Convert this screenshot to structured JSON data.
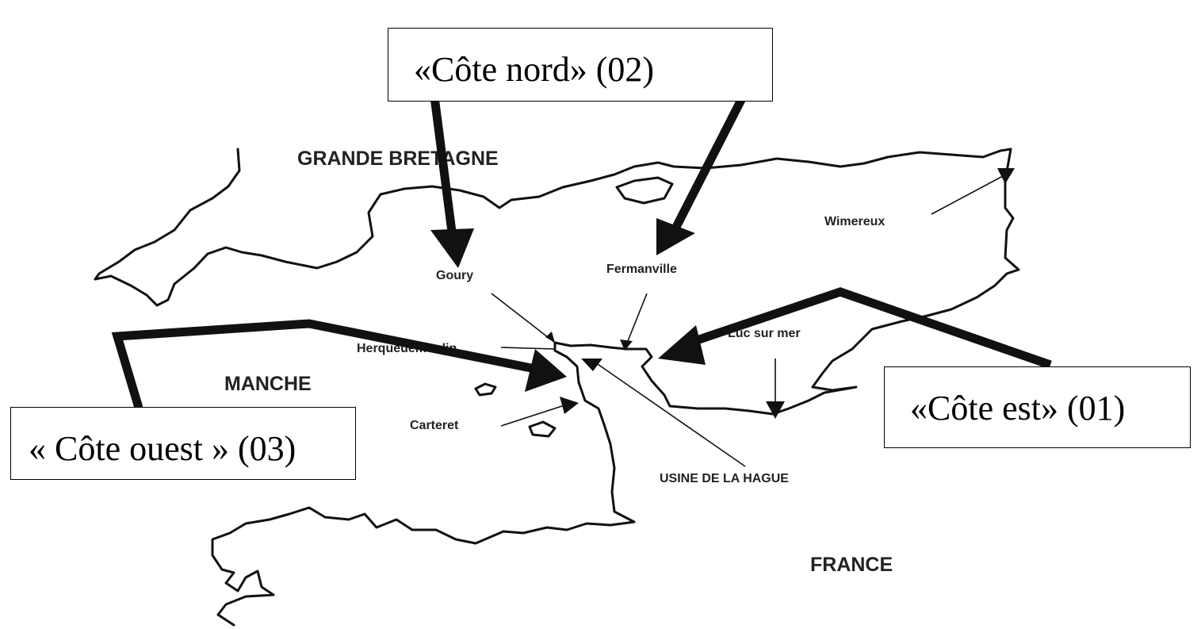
{
  "map": {
    "regions": {
      "grande_bretagne": "GRANDE BRETAGNE",
      "manche": "MANCHE",
      "france": "FRANCE"
    },
    "places": {
      "goury": "Goury",
      "fermanville": "Fermanville",
      "wimereux": "Wimereux",
      "herqueuemoulin": "Herqueuemoulin",
      "luc_sur_mer": "Luc sur mer",
      "carteret": "Carteret",
      "usine": "USINE DE LA HAGUE"
    },
    "callouts": {
      "nord": "«Côte nord» (02)",
      "est": "«Côte est» (01)",
      "ouest": "« Côte ouest » (03)"
    }
  }
}
